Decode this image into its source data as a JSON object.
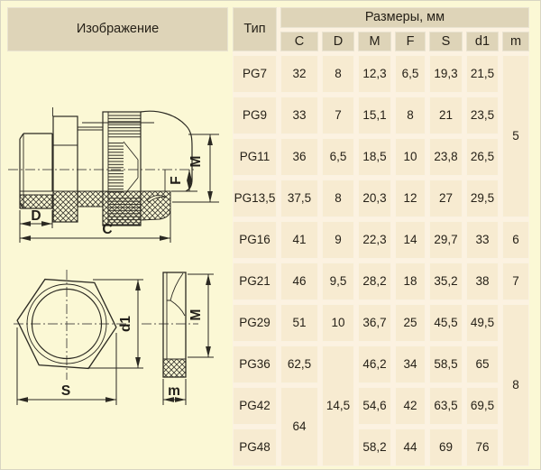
{
  "image_header": "Изображение",
  "table": {
    "type_col": "Тип",
    "sizes_group": "Размеры, мм",
    "dims": [
      "C",
      "D",
      "M",
      "F",
      "S",
      "d1",
      "m"
    ],
    "types": [
      "PG7",
      "PG9",
      "PG11",
      "PG13,5",
      "PG16",
      "PG21",
      "PG29",
      "PG36",
      "PG42",
      "PG48"
    ],
    "cells": {
      "C": [
        {
          "v": "32"
        },
        {
          "v": "33"
        },
        {
          "v": "36"
        },
        {
          "v": "37,5"
        },
        {
          "v": "41"
        },
        {
          "v": "46"
        },
        {
          "v": "51"
        },
        {
          "v": "62,5"
        },
        {
          "v": "64",
          "span": 2
        }
      ],
      "D": [
        {
          "v": "8"
        },
        {
          "v": "7"
        },
        {
          "v": "6,5"
        },
        {
          "v": "8"
        },
        {
          "v": "9"
        },
        {
          "v": "9,5"
        },
        {
          "v": "10"
        },
        {
          "v": "14,5",
          "span": 3
        }
      ],
      "M": [
        {
          "v": "12,3"
        },
        {
          "v": "15,1"
        },
        {
          "v": "18,5"
        },
        {
          "v": "20,3"
        },
        {
          "v": "22,3"
        },
        {
          "v": "28,2"
        },
        {
          "v": "36,7"
        },
        {
          "v": "46,2"
        },
        {
          "v": "54,6"
        },
        {
          "v": "58,2"
        }
      ],
      "F": [
        {
          "v": "6,5"
        },
        {
          "v": "8"
        },
        {
          "v": "10"
        },
        {
          "v": "12"
        },
        {
          "v": "14"
        },
        {
          "v": "18"
        },
        {
          "v": "25"
        },
        {
          "v": "34"
        },
        {
          "v": "42"
        },
        {
          "v": "44"
        }
      ],
      "S": [
        {
          "v": "19,3"
        },
        {
          "v": "21"
        },
        {
          "v": "23,8"
        },
        {
          "v": "27"
        },
        {
          "v": "29,7"
        },
        {
          "v": "35,2"
        },
        {
          "v": "45,5"
        },
        {
          "v": "58,5"
        },
        {
          "v": "63,5"
        },
        {
          "v": "69"
        }
      ],
      "d1": [
        {
          "v": "21,5"
        },
        {
          "v": "23,5"
        },
        {
          "v": "26,5"
        },
        {
          "v": "29,5"
        },
        {
          "v": "33"
        },
        {
          "v": "38"
        },
        {
          "v": "49,5"
        },
        {
          "v": "65"
        },
        {
          "v": "69,5"
        },
        {
          "v": "76"
        }
      ],
      "m": [
        {
          "v": "5",
          "span": 4
        },
        {
          "v": "6"
        },
        {
          "v": "7"
        },
        {
          "v": "8",
          "span": 4
        }
      ]
    }
  },
  "drawing": {
    "labels": {
      "C": "C",
      "D": "D",
      "M": "M",
      "F": "F",
      "S": "S",
      "d1": "d1",
      "m": "m"
    }
  },
  "colors": {
    "page_bg": "#fbf8d5",
    "gap": "#fcf2e1",
    "cell_bg": "#f7ebd1",
    "header_bg": "#ded4b8",
    "ink": "#262118",
    "line": "#2b2922"
  }
}
